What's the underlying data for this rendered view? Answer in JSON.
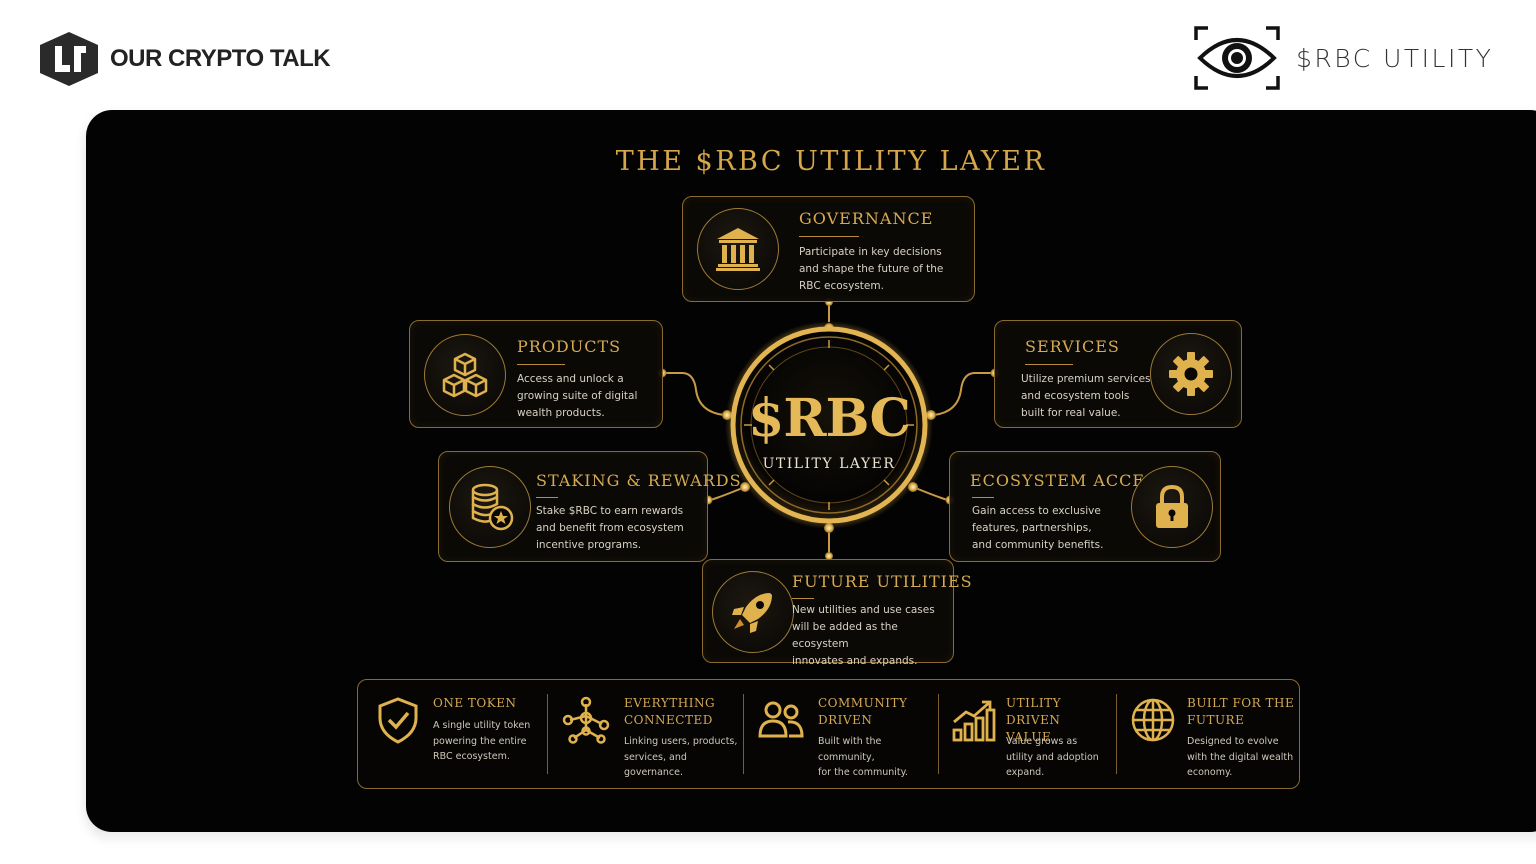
{
  "header": {
    "brand_name": "OUR CRYPTO TALK",
    "brand_logo_icon": "hexagon-bracket-logo-icon",
    "utility_name": "$RBC UTILITY",
    "utility_logo_icon": "eye-scan-icon"
  },
  "diagram": {
    "title": "THE $RBC UTILITY LAYER",
    "center": {
      "symbol": "$RBC",
      "label": "UTILITY LAYER"
    },
    "nodes": [
      {
        "id": "governance",
        "title": "GOVERNANCE",
        "icon": "bank-building-icon",
        "description": [
          "Participate in key decisions",
          "and shape the future of the",
          "RBC ecosystem."
        ]
      },
      {
        "id": "products",
        "title": "PRODUCTS",
        "icon": "cubes-icon",
        "description": [
          "Access and unlock a",
          "growing suite of digital",
          "wealth products."
        ]
      },
      {
        "id": "services",
        "title": "SERVICES",
        "icon": "gear-icon",
        "description": [
          "Utilize premium services",
          "and ecosystem tools",
          "built for real value."
        ]
      },
      {
        "id": "staking",
        "title": "STAKING & REWARDS",
        "icon": "coin-stack-star-icon",
        "description": [
          "Stake $RBC to earn rewards",
          "and benefit from ecosystem",
          "incentive programs."
        ]
      },
      {
        "id": "ecosystem",
        "title": "ECOSYSTEM ACCESS",
        "icon": "padlock-icon",
        "description": [
          "Gain access to exclusive",
          "features, partnerships,",
          "and community benefits."
        ]
      },
      {
        "id": "future",
        "title": "FUTURE UTILITIES",
        "icon": "rocket-icon",
        "description": [
          "New utilities and use cases",
          "will be added as the ecosystem",
          "innovates and expands."
        ]
      }
    ],
    "features": [
      {
        "title": [
          "ONE TOKEN"
        ],
        "icon": "shield-check-icon",
        "description": [
          "A single utility token",
          "powering the entire",
          "RBC ecosystem."
        ]
      },
      {
        "title": [
          "EVERYTHING",
          "CONNECTED"
        ],
        "icon": "network-nodes-icon",
        "description": [
          "Linking users, products,",
          "services, and governance."
        ]
      },
      {
        "title": [
          "COMMUNITY",
          "DRIVEN"
        ],
        "icon": "community-users-icon",
        "description": [
          "Built with the community,",
          "for the community."
        ]
      },
      {
        "title": [
          "UTILITY DRIVEN",
          "VALUE"
        ],
        "icon": "growth-chart-icon",
        "description": [
          "Value grows as",
          "utility and adoption",
          "expand."
        ]
      },
      {
        "title": [
          "BUILT FOR THE",
          "FUTURE"
        ],
        "icon": "globe-icon",
        "description": [
          "Designed to evolve",
          "with the digital wealth",
          "economy."
        ]
      }
    ]
  },
  "colors": {
    "gold": "#d6aa52",
    "panel_background": "#030303",
    "text_light": "#d8d2c4"
  }
}
